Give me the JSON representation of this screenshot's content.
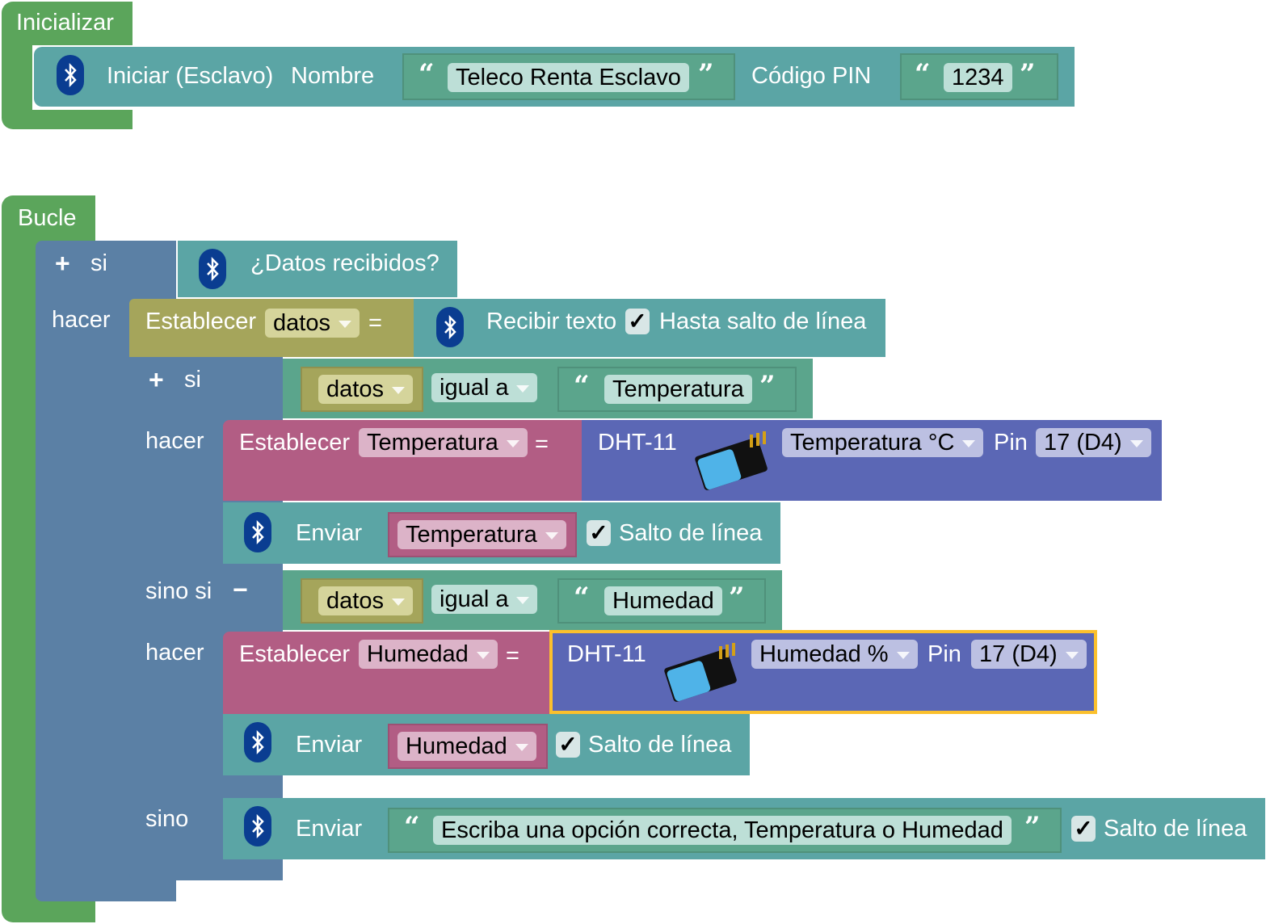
{
  "init": {
    "title": "Inicializar",
    "start_label": "Iniciar (Esclavo)",
    "name_label": "Nombre",
    "name_value": "Teleco Renta Esclavo",
    "pin_label": "Código PIN",
    "pin_value": "1234"
  },
  "loop": {
    "title": "Bucle",
    "if_label": "si",
    "do_label": "hacer",
    "data_received": "¿Datos recibidos?",
    "set_label": "Establecer",
    "var_datos": "datos",
    "equals": "=",
    "receive_text": "Recibir texto",
    "until_newline": "Hasta salto de línea",
    "inner_if": "si",
    "inner_do": "hacer",
    "compare_var": "datos",
    "compare_op": "igual a",
    "compare_value_1": "Temperatura",
    "set_var_1": "Temperatura",
    "sensor_label": "DHT-11",
    "sensor_mode_1": "Temperatura °C",
    "pin_label": "Pin",
    "pin_value": "17 (D4)",
    "send_label": "Enviar",
    "send_var_1": "Temperatura",
    "newline_label": "Salto de línea",
    "elseif_label": "sino si",
    "compare_var_2": "datos",
    "compare_op_2": "igual a",
    "compare_value_2": "Humedad",
    "do_label_2": "hacer",
    "set_var_2": "Humedad",
    "sensor_mode_2": "Humedad %",
    "send_var_2": "Humedad",
    "else_label": "sino",
    "send_text_3": "Escriba una opción correcta, Temperatura o Humedad",
    "check_mark": "✓",
    "open_quote": "“",
    "close_quote": "”",
    "plus": "+",
    "minus": "−"
  },
  "colors": {
    "event": "#5ba55b",
    "bluetooth": "#5ba5a5",
    "text": "#5ba58c",
    "control": "#5b80a5",
    "variable": "#a5a55b",
    "variable_set": "#b25d84",
    "sensor": "#5b67b5",
    "selected": "#fbc02d"
  },
  "icons": [
    "bluetooth-icon",
    "dht11-sensor-icon",
    "check-icon",
    "plus-icon",
    "minus-icon",
    "dropdown-icon"
  ]
}
